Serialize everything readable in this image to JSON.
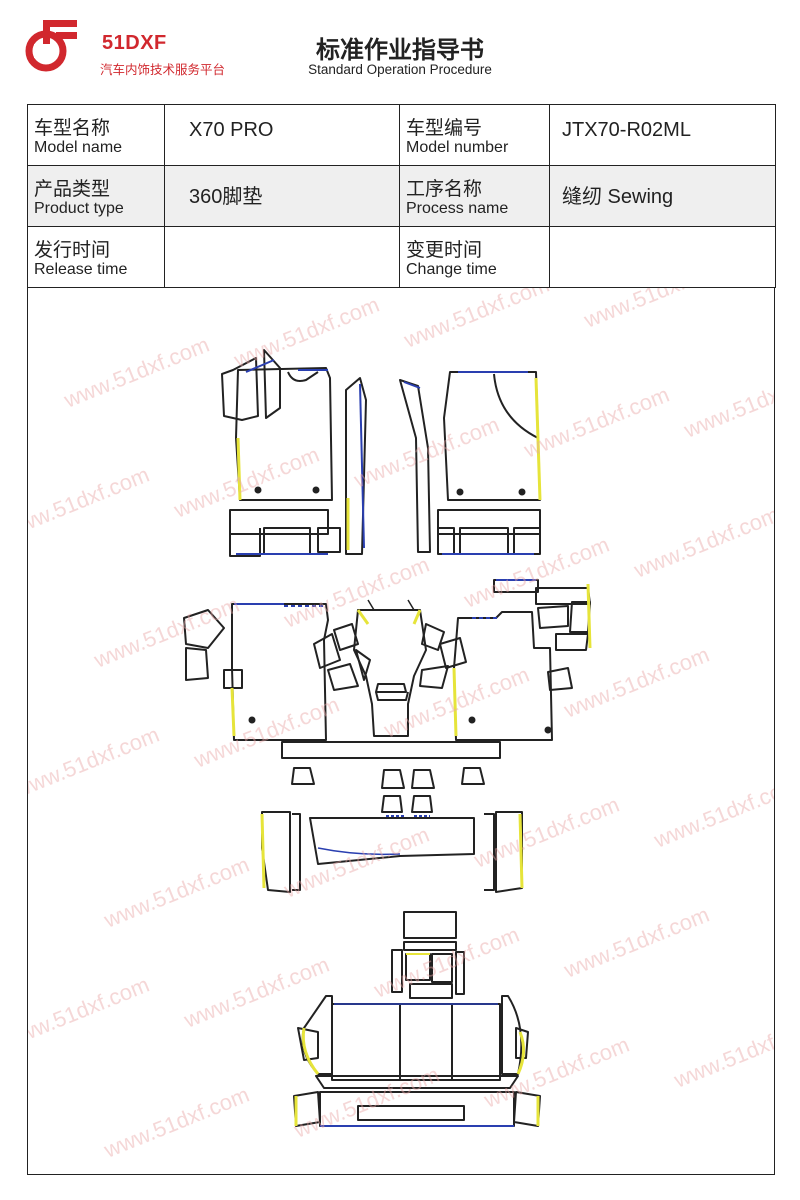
{
  "logo": {
    "name": "51DXF",
    "tagline": "汽车内饰技术服务平台",
    "color": "#d1282e"
  },
  "title": {
    "zh": "标准作业指导书",
    "en": "Standard Operation Procedure"
  },
  "info": {
    "model_name": {
      "label_zh": "车型名称",
      "label_en": "Model name",
      "value": "X70 PRO"
    },
    "model_number": {
      "label_zh": "车型编号",
      "label_en": "Model number",
      "value": "JTX70-R02ML"
    },
    "product_type": {
      "label_zh": "产品类型",
      "label_en": "Product type",
      "value": "360脚垫"
    },
    "process_name": {
      "label_zh": "工序名称",
      "label_en": "Process name",
      "value": "缝纫 Sewing"
    },
    "release_time": {
      "label_zh": "发行时间",
      "label_en": "Release time",
      "value": ""
    },
    "change_time": {
      "label_zh": "变更时间",
      "label_en": "Change time",
      "value": ""
    }
  },
  "watermark": "www.51dxf.com",
  "colors": {
    "outline": "#222222",
    "edge_yellow": "#e6e43a",
    "edge_blue": "#2a3fb0",
    "watermark": "#e8a7a7"
  }
}
